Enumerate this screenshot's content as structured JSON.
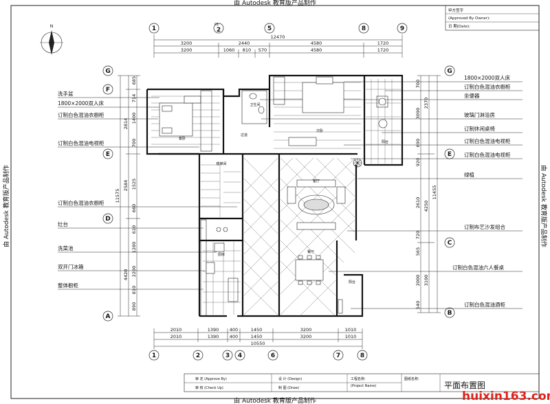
{
  "watermark_text": "由 Autodesk 教育版产品制作",
  "site_watermark": "huixin163.com",
  "title_block": {
    "owner_sign": "甲方签字",
    "owner_sign_en": "(Approved By Owner):",
    "date_label": "日  期(Date):",
    "approve": "审 定 (Approve By)",
    "check": "审 核 (Check Up)",
    "design": "设 计 (Design)",
    "draw": "制 图 (Draw)",
    "project": "工程名称:",
    "project_en": "(Project Name)",
    "drawing_name": "图纸名称:",
    "drawing_title": "平面布置图"
  },
  "axes": {
    "top": [
      "1",
      "2",
      "5",
      "8",
      "9"
    ],
    "top_sub": "01",
    "bottom": [
      "1",
      "2",
      "3",
      "4",
      "6",
      "7",
      "8"
    ],
    "left": [
      "G",
      "F",
      "E",
      "D",
      "A"
    ],
    "right": [
      "G",
      "E",
      "C",
      "B"
    ]
  },
  "dimensions": {
    "top_total": "12470",
    "top_row1": [
      "3200",
      "2440",
      "4580",
      "1720"
    ],
    "top_row2": [
      "3200",
      "1060",
      "810",
      "570",
      "4580",
      "1720"
    ],
    "bottom_total": "10550",
    "bottom_row1": [
      "2010",
      "1390",
      "400",
      "1450",
      "3200",
      "1010"
    ],
    "bottom_row2": [
      "2010",
      "1390",
      "400",
      "1450",
      "3200",
      "1010"
    ],
    "left_total": "11575",
    "left_seg": [
      "685",
      "714",
      "1400",
      "2814",
      "700",
      "2584",
      "1525",
      "660",
      "610",
      "1280",
      "2200",
      "4420",
      "810",
      "890"
    ],
    "right_total": "11455",
    "right_seg": [
      "700",
      "2370",
      "3090",
      "690",
      "920",
      "2610",
      "4250",
      "720",
      "565",
      "2000",
      "3100",
      "540"
    ]
  },
  "labels_left": [
    "洗手盆",
    "1800×2000双人床",
    "订制白色混油衣橱柜",
    "订制白色混油电视柜",
    "订制白色混油衣橱柜",
    "灶台",
    "洗菜池",
    "双开门冰箱",
    "整体橱柜"
  ],
  "labels_right": [
    "1800×2000双人床",
    "订制白色混油衣橱柜",
    "坐便器",
    "玻璃门淋浴房",
    "订制休闲桌椅",
    "订制白色混油电视柜",
    "订制白色混油电视柜",
    "绿植",
    "订制布艺沙发组合",
    "订制白色混油六人餐桌",
    "订制白色混油酒柜"
  ],
  "rooms": {
    "bedroom2": "客卧",
    "bath": "卫生间",
    "master": "次卧",
    "hall": "过道",
    "balcony_top": "阳台",
    "stair": "楼梯间",
    "living": "客厅",
    "kitchen": "厨房",
    "dining": "餐厅",
    "balcony_bottom": "阳台"
  },
  "compass_label": "N"
}
